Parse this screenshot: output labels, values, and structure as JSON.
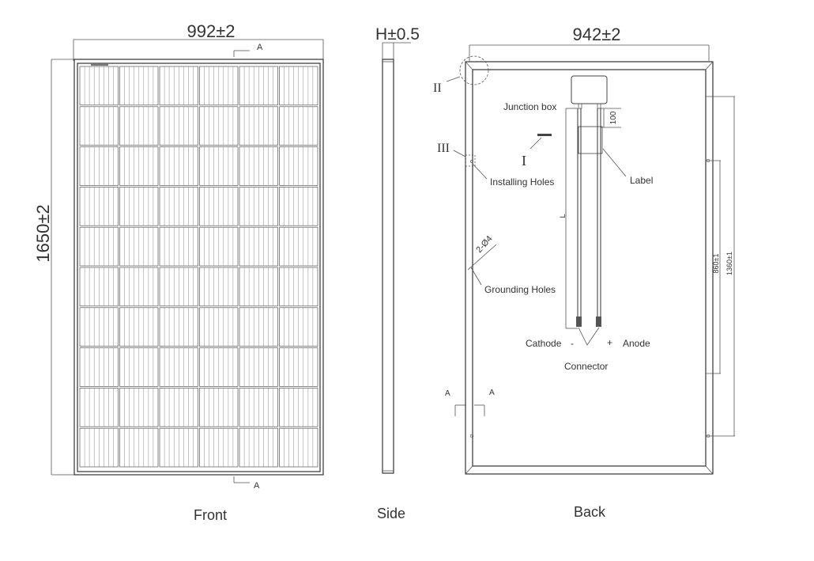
{
  "front": {
    "width_dim": "992±2",
    "height_dim": "1650±2",
    "section_top": "A",
    "section_bottom": "A",
    "caption": "Front"
  },
  "side": {
    "thickness_dim": "H±0.5",
    "caption": "Side"
  },
  "back": {
    "width_dim": "942±2",
    "caption": "Back",
    "junction_box": "Junction box",
    "label": "Label",
    "installing_holes": "Installing Holes",
    "grounding_holes": "Grounding  Holes",
    "hole_spec": "2-Ø4",
    "cathode": "Cathode",
    "minus": "-",
    "plus": "+",
    "anode": "Anode",
    "connector": "Connector",
    "dim_100": "100",
    "dim_L": "L",
    "dim_860": "860±1",
    "dim_1360": "1360±1",
    "detail_I": "I",
    "detail_II": "II",
    "detail_III": "III",
    "section_left": "A",
    "section_right": "A"
  }
}
